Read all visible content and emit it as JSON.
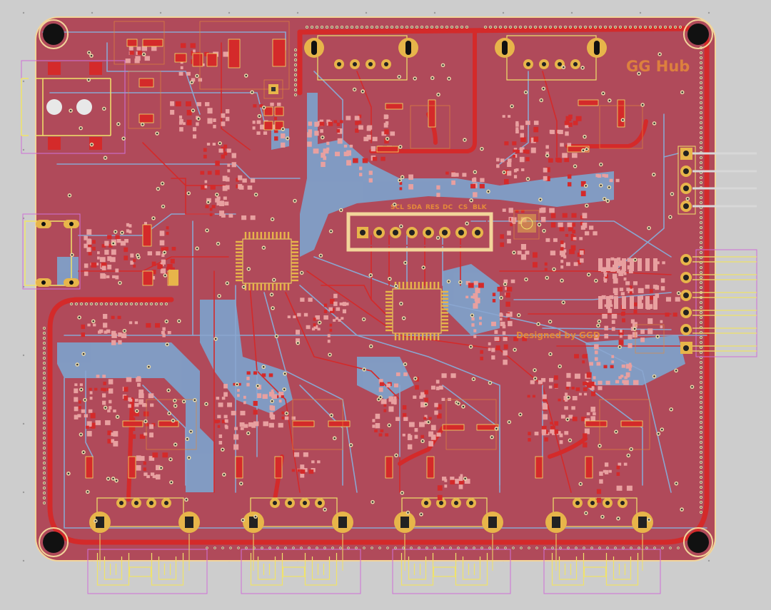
{
  "board": {
    "name": "GG Hub",
    "credit": "Designed by GGD",
    "display_header_pins": [
      "SCL",
      "SDA",
      "RES",
      "DC",
      "CS",
      "BLK"
    ]
  },
  "colors": {
    "background": "#cdcdcd",
    "copper_top": "#b04a5a",
    "copper_bottom": "#7f9fc8",
    "trace_top": "#d42a2a",
    "trace_bottom": "#8aa6d0",
    "pad": "#e7b54a",
    "silkscreen": "#f0e36a",
    "courtyard": "#d070d8",
    "outline": "#f2d59a",
    "drill": "#111111",
    "text_orange": "#e58a3a"
  }
}
